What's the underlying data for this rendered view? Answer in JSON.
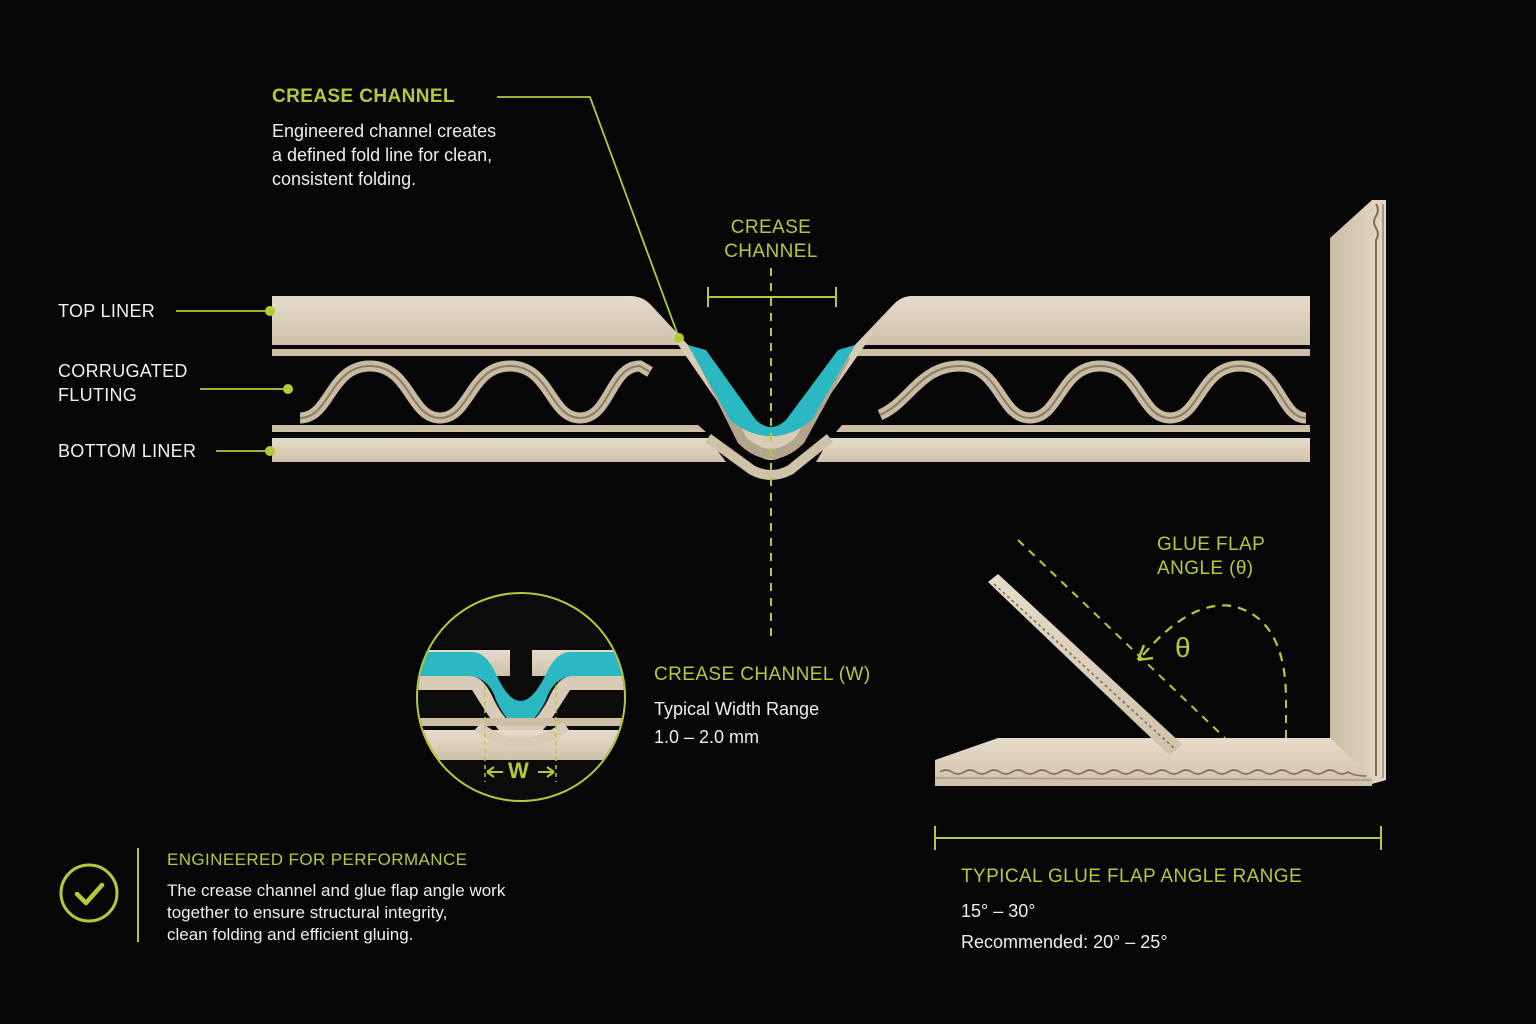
{
  "colors": {
    "background": "#060606",
    "accent": "#b7c93a",
    "cardboard": "#ddd2bf",
    "channel": "#2bb8c2",
    "text": "#f2f2f2"
  },
  "callout_crease": {
    "title": "CREASE CHANNEL",
    "lines": [
      "Engineered channel creates",
      "a defined fold line for clean,",
      "consistent folding."
    ]
  },
  "center_label": {
    "line1": "CREASE",
    "line2": "CHANNEL"
  },
  "layers": {
    "top_liner": "TOP LINER",
    "fluting_line1": "CORRUGATED",
    "fluting_line2": "FLUTING",
    "bottom_liner": "BOTTOM LINER"
  },
  "detail": {
    "width_symbol": "W",
    "title": "CREASE CHANNEL (W)",
    "line1": "Typical Width Range",
    "line2": "1.0 – 2.0 mm"
  },
  "glue_flap": {
    "label_line1": "GLUE FLAP",
    "label_line2": "ANGLE (θ)",
    "theta": "θ",
    "range_title": "TYPICAL GLUE FLAP ANGLE RANGE",
    "range": "15° – 30°",
    "recommended": "Recommended: 20° – 25°"
  },
  "performance": {
    "icon": "check-circle-icon",
    "title": "ENGINEERED FOR PERFORMANCE",
    "lines": [
      "The crease channel and glue flap angle work",
      "together to ensure structural integrity,",
      "clean folding and efficient gluing."
    ]
  }
}
